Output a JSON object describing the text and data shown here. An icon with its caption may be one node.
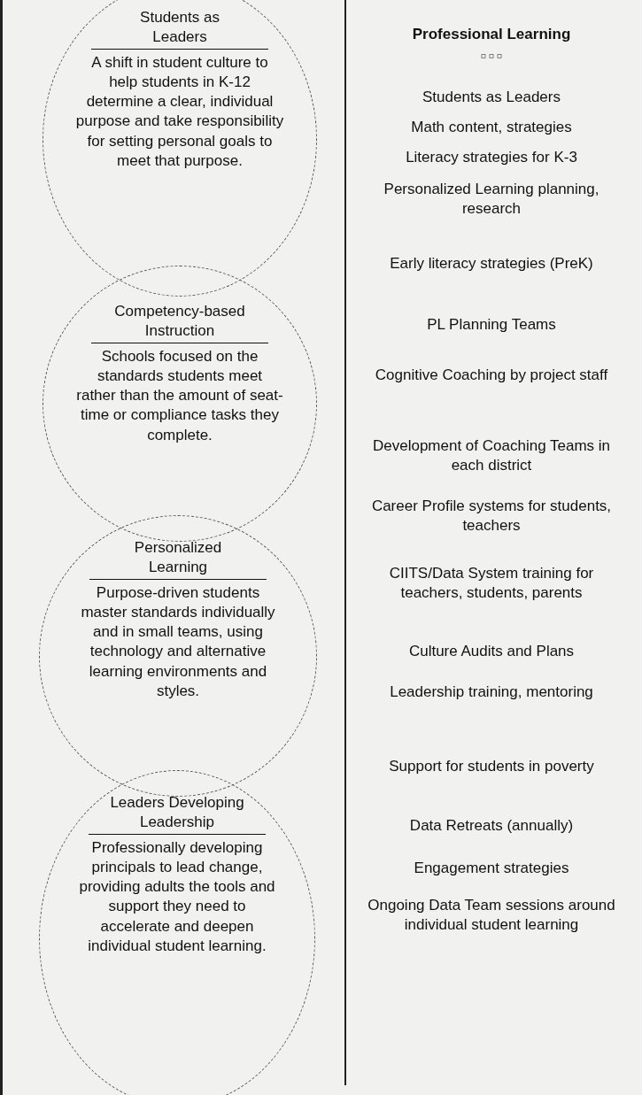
{
  "diagram": {
    "nodes": [
      {
        "text": [
          "Students as Leaders",
          "A shift in student culture to help students in K-12 determine a clear, individual purpose and take responsibility for setting personal goals to meet that purpose."
        ]
      },
      {
        "text": [
          "Competency-based Instruction",
          "Schools focused on the standards students meet rather than the amount of seat-time or compliance tasks they complete."
        ]
      },
      {
        "text": [
          "Personalized Learning",
          "Purpose-driven students master standards individually and in small teams, using technology and alternative learning environments and styles."
        ]
      },
      {
        "text": [
          "Leaders Developing Leadership",
          "Professionally developing principals to lead change, providing adults the tools and support they need to accelerate and deepen individual student learning."
        ]
      }
    ],
    "edges": [],
    "labels": [
      "Professional Learning",
      "Students as Leaders",
      "Math content, strategies",
      "Literacy strategies for K-3",
      "Personalized Learning planning, research",
      "Early literacy strategies (PreK)",
      "PL Planning Teams",
      "Cognitive Coaching by project staff",
      "Development of Coaching Teams in each district",
      "Career Profile systems for students, teachers",
      "CIITS/Data System training for teachers, students, parents",
      "Culture Audits and Plans",
      "Leadership training, mentoring",
      "Support for students in poverty",
      "Data Retreats (annually)",
      "Engagement strategies",
      "Ongoing Data Team sessions around individual student learning"
    ]
  }
}
